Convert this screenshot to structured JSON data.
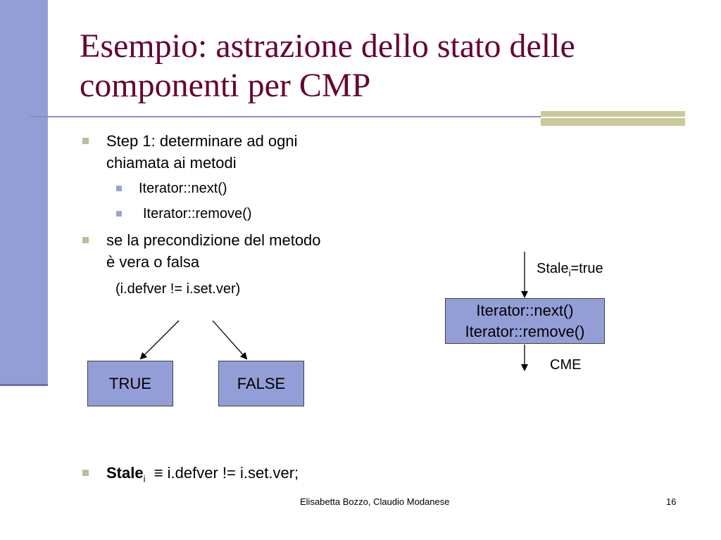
{
  "title": "Esempio: astrazione dello stato delle componenti per CMP",
  "bullets": {
    "step1_line1": "Step 1: determinare ad ogni",
    "step1_line2": "chiamata ai metodi",
    "sub1": "Iterator::next()",
    "sub2": "Iterator::remove()",
    "cond_line1": "se la precondizione del metodo",
    "cond_line2": "è vera o falsa",
    "cond_expr": "(i.defver != i.set.ver)",
    "stale_label": "Stale",
    "stale_sub": "i",
    "stale_def": "≡ i.defver != i.set.ver;"
  },
  "left_diagram": {
    "true_label": "TRUE",
    "false_label": "FALSE"
  },
  "right_diagram": {
    "input_label": "Stale",
    "input_sub": "i",
    "input_value": "=true",
    "box_line1": "Iterator::next()",
    "box_line2": "Iterator::remove()",
    "output_label": "CME"
  },
  "footer": {
    "authors": "Elisabetta Bozzo, Claudio Modanese",
    "page_number": "16"
  },
  "colors": {
    "title": "#660033",
    "left_bar": "#949ed6",
    "box_fill": "#949ed6",
    "accent": "#c9c99a"
  }
}
